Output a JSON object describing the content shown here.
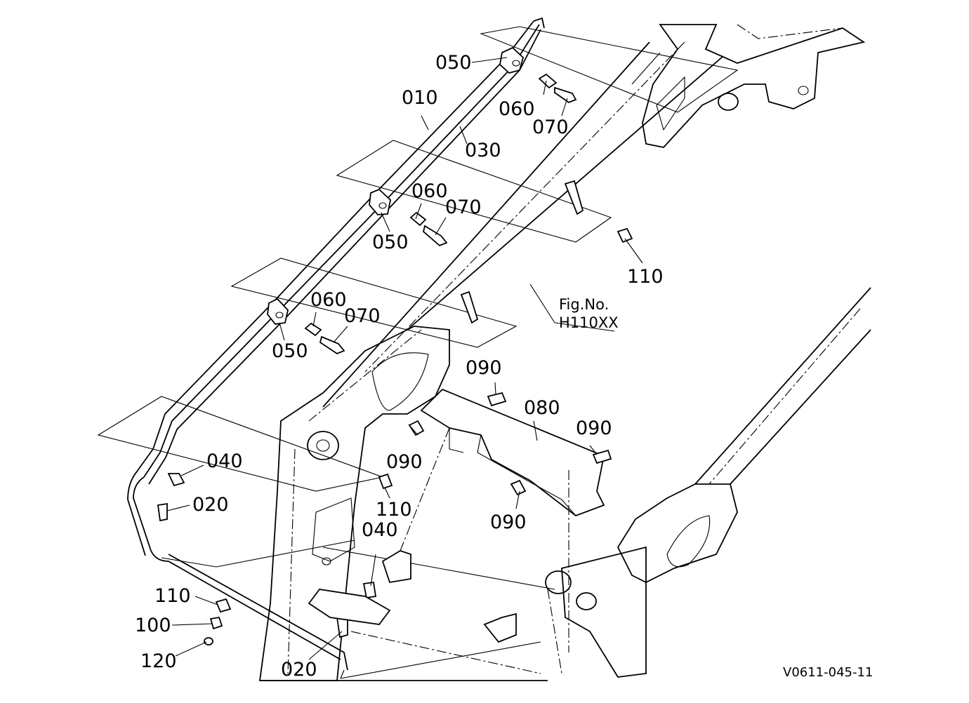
{
  "figure_reference": {
    "caption": "Fig.No.",
    "number": "H110XX"
  },
  "drawing_code": "V0611-045-11",
  "callouts": {
    "c010": "010",
    "c030": "030",
    "c050_top": "050",
    "c050_mid": "050",
    "c050_low": "050",
    "c060_top": "060",
    "c060_mid": "060",
    "c060_low": "060",
    "c070_top": "070",
    "c070_mid": "070",
    "c070_low": "070",
    "c110_right": "110",
    "c110_center": "110",
    "c110_left": "110",
    "c040_left": "040",
    "c040_mid": "040",
    "c020_upper": "020",
    "c020_lower": "020",
    "c080": "080",
    "c090_top": "090",
    "c090_left": "090",
    "c090_right": "090",
    "c090_low": "090",
    "c100": "100",
    "c120": "120"
  }
}
